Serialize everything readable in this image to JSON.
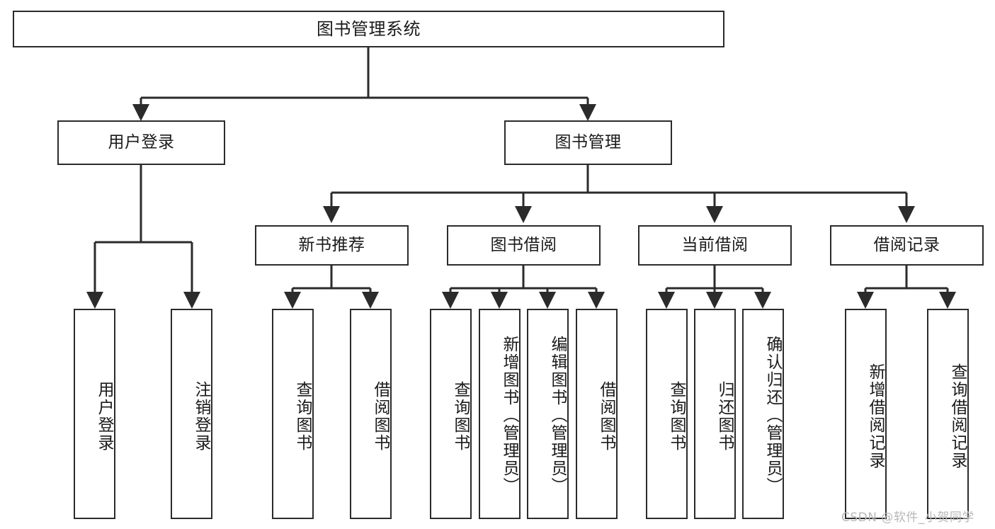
{
  "diagram": {
    "title_node": {
      "label": "图书管理系统"
    },
    "level1": [
      {
        "id": "user-login",
        "label": "用户登录"
      },
      {
        "id": "book-manage",
        "label": "图书管理"
      }
    ],
    "level2": [
      {
        "id": "new-book-recommend",
        "label": "新书推荐"
      },
      {
        "id": "book-borrow",
        "label": "图书借阅"
      },
      {
        "id": "current-borrow",
        "label": "当前借阅"
      },
      {
        "id": "borrow-record",
        "label": "借阅记录"
      }
    ],
    "leaves": {
      "user_login": [
        {
          "id": "leaf-user-login",
          "label": "用户登录"
        },
        {
          "id": "leaf-logout",
          "label": "注销登录"
        }
      ],
      "new_book_recommend": [
        {
          "id": "leaf-query-book-1",
          "label": "查询图书"
        },
        {
          "id": "leaf-borrow-book-1",
          "label": "借阅图书"
        }
      ],
      "book_borrow": [
        {
          "id": "leaf-query-book-2",
          "label": "查询图书"
        },
        {
          "id": "leaf-add-book",
          "label": "新增图书（管理员）"
        },
        {
          "id": "leaf-edit-book",
          "label": "编辑图书（管理员）"
        },
        {
          "id": "leaf-borrow-book-2",
          "label": "借阅图书"
        }
      ],
      "current_borrow": [
        {
          "id": "leaf-query-book-3",
          "label": "查询图书"
        },
        {
          "id": "leaf-return-book",
          "label": "归还图书"
        },
        {
          "id": "leaf-confirm-return",
          "label": "确认归还（管理员）"
        }
      ],
      "borrow_record": [
        {
          "id": "leaf-add-record",
          "label": "新增借阅记录"
        },
        {
          "id": "leaf-query-record",
          "label": "查询借阅记录"
        }
      ]
    },
    "watermark": {
      "text": "CSDN @软件_小贺同学"
    },
    "colors": {
      "stroke": "#2b2b2b",
      "fill": "#ffffff",
      "text": "#1a1a1a",
      "watermark": "#b8b8b8"
    }
  }
}
